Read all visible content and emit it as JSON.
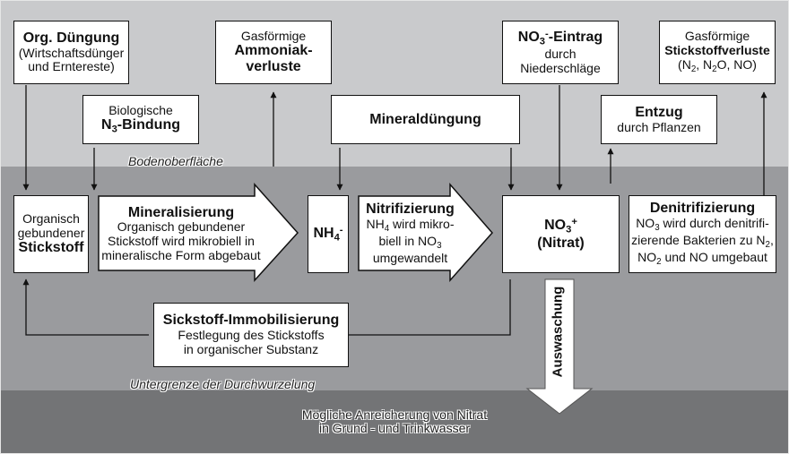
{
  "diagram": {
    "title": "Stickstoffkreislauf im Boden",
    "zones": {
      "surface_label": "Bodenoberfläche",
      "root_limit_label": "Untergrenze  der Durchwurzelung",
      "groundwater_line1": "Mögliche Anreicherung von Nitrat",
      "groundwater_line2": "in Grund - und Trinkwasser"
    },
    "colors": {
      "above_ground": "#c9cacc",
      "root_zone": "#9a9b9e",
      "groundwater": "#737476",
      "box_fill": "#ffffff",
      "line": "#111111"
    },
    "nodes": {
      "org_duengung": {
        "title": "Org. Düngung",
        "line1": "(Wirtschaftsdünger",
        "line2": "und Erntereste)"
      },
      "bio_bindung": {
        "line1": "Biologische",
        "title_pre": "N",
        "title_sub": "3",
        "title_post": "-Bindung"
      },
      "ammoniak": {
        "line1": "Gasförmige",
        "title1": "Ammoniak-",
        "title2": "verluste"
      },
      "mineralduengung": {
        "title": "Mineraldüngung"
      },
      "no3_eintrag": {
        "title_pre": "NO",
        "title_sub": "3",
        "title_sup": "-",
        "title_post": "-Eintrag",
        "line1": "durch",
        "line2": "Niederschläge"
      },
      "entzug": {
        "title": "Entzug",
        "line1": "durch Pflanzen"
      },
      "stickstoffverluste": {
        "line1": "Gasförmige",
        "title": "Stickstoffverluste",
        "line2_a": "(N",
        "line2_b": "2",
        "line2_c": ", N",
        "line2_d": "2",
        "line2_e": "O, NO)"
      },
      "org_stickstoff": {
        "line1": "Organisch",
        "line2": "gebundener",
        "title": "Stickstoff"
      },
      "nh4": {
        "title_pre": "NH",
        "title_sub": "4",
        "title_sup": "-"
      },
      "no3": {
        "title_pre": "NO",
        "title_sub": "3",
        "title_sup": "+",
        "title2": "(Nitrat)"
      },
      "denitrifizierung": {
        "title": "Denitrifizierung",
        "l1_a": "NO",
        "l1_b": "3",
        "l1_c": " wird durch denitrifi-",
        "l2_a": "zierende Bakterien zu N",
        "l2_b": "2",
        "l2_c": ",",
        "l3_a": "NO",
        "l3_b": "2",
        "l3_c": " und NO umgebaut"
      },
      "immobilisierung": {
        "title": "Sickstoff-Immobilisierung",
        "line1": "Festlegung des Stickstoffs",
        "line2": "in organischer Substanz"
      }
    },
    "process_arrows": {
      "mineralisierung": {
        "title": "Mineralisierung",
        "line1": "Organisch gebundener",
        "line2": "Stickstoff wird mikrobiell in",
        "line3": "mineralische Form abgebaut"
      },
      "nitrifizierung": {
        "title": "Nitrifizierung",
        "l1_a": "NH",
        "l1_b": "4",
        "l1_c": " wird mikro-",
        "l2_a": "biell in NO",
        "l2_b": "3",
        "line3": "umgewandelt"
      },
      "auswaschung": {
        "label": "Auswaschung"
      }
    }
  }
}
